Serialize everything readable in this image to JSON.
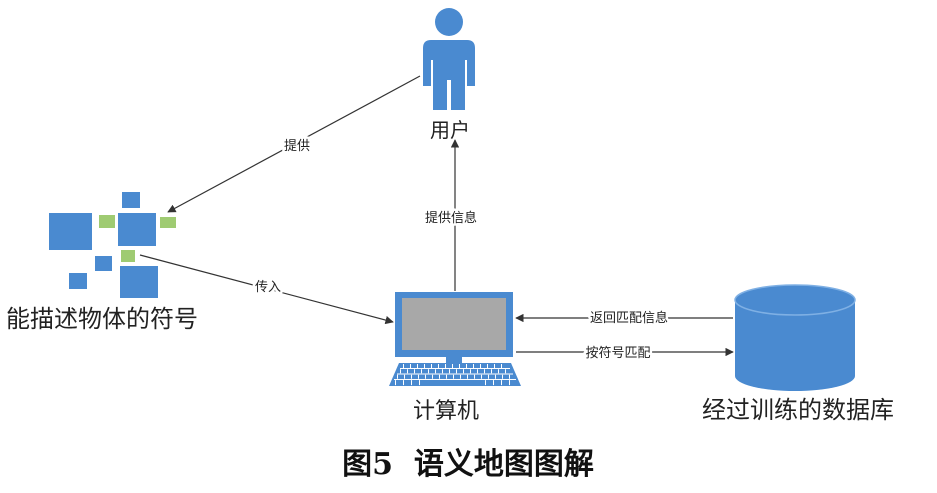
{
  "diagram": {
    "caption": "图5  语义地图图解",
    "nodes": {
      "user": {
        "label": "用户",
        "icon": "person-icon"
      },
      "symbols": {
        "label": "能描述物体的符号",
        "icon": "symbol-tiles-icon"
      },
      "computer": {
        "label": "计算机",
        "icon": "computer-icon"
      },
      "database": {
        "label": "经过训练的数据库",
        "icon": "database-icon"
      }
    },
    "edges": [
      {
        "from": "user",
        "to": "symbols",
        "label": "提供"
      },
      {
        "from": "computer",
        "to": "user",
        "label": "提供信息"
      },
      {
        "from": "symbols",
        "to": "computer",
        "label": "传入"
      },
      {
        "from": "database",
        "to": "computer",
        "label": "返回匹配信息"
      },
      {
        "from": "computer",
        "to": "database",
        "label": "按符号匹配"
      }
    ]
  },
  "colors": {
    "icon_blue": "#4a8ad0",
    "tile_green": "#9fcb72",
    "screen_gray": "#a8a8a8",
    "line": "#333333",
    "text": "#222222"
  }
}
